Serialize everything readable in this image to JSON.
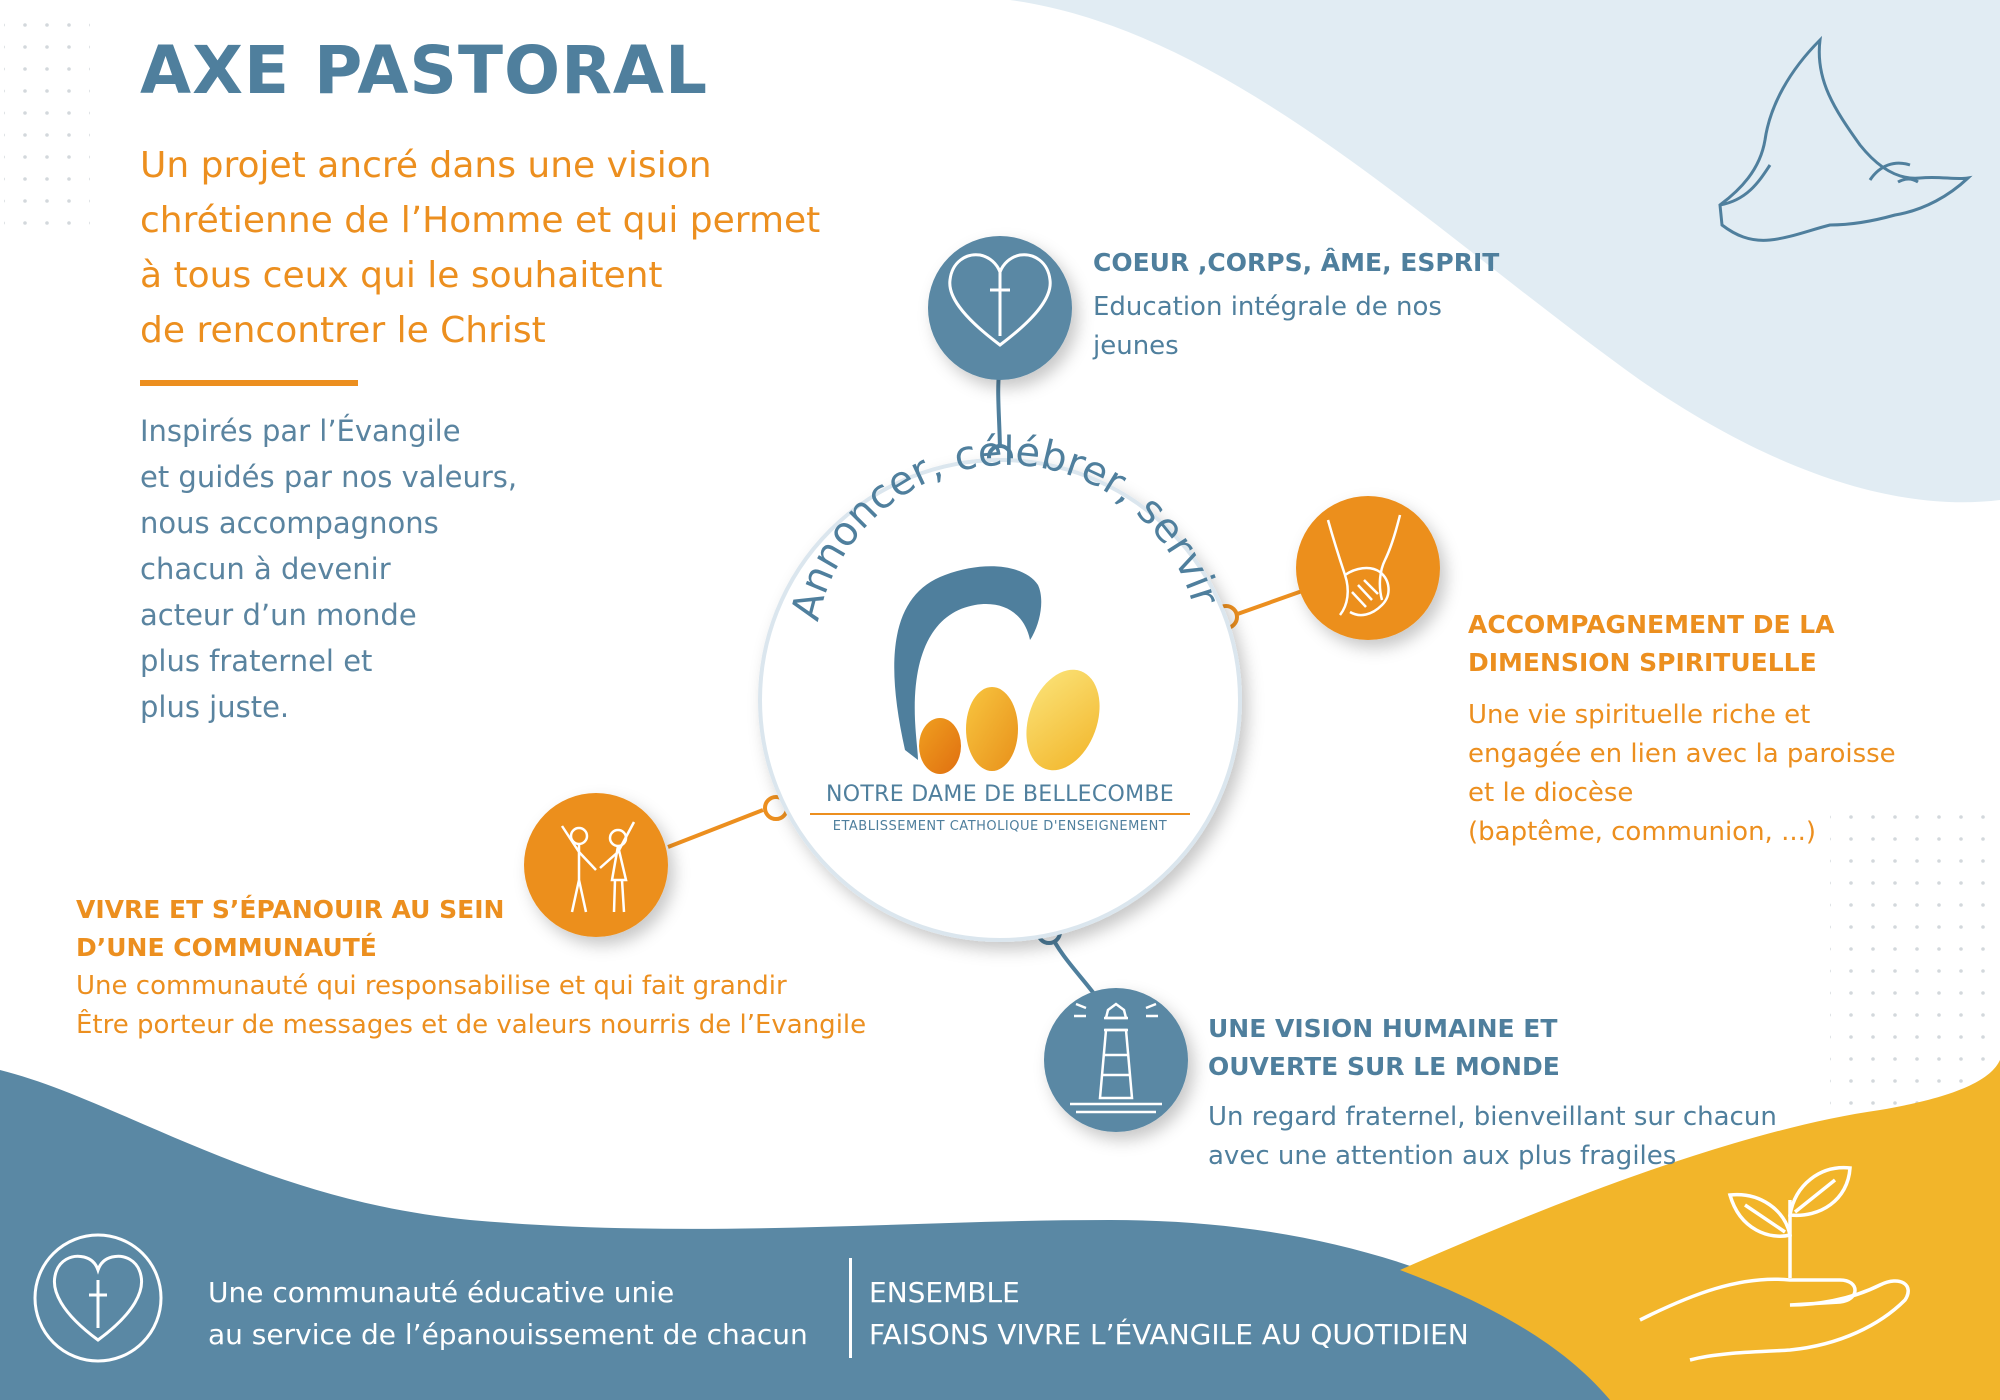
{
  "header": {
    "title": "AXE PASTORAL",
    "subtitle_lines": [
      "Un projet ancré dans une vision",
      "chrétienne de l’Homme et qui permet",
      "à tous ceux qui le souhaitent",
      "de rencontrer le Christ"
    ]
  },
  "intro_lines": [
    "Inspirés par l’Évangile",
    "et guidés par nos valeurs,",
    "nous accompagnons",
    "chacun à devenir",
    "acteur d’un monde",
    "plus fraternel et",
    "plus juste."
  ],
  "center": {
    "motto": "Annoncer, célébrer, servir",
    "school_name": "NOTRE DAME DE BELLECOMBE",
    "school_sub": "ETABLISSEMENT CATHOLIQUE D'ENSEIGNEMENT"
  },
  "pillars": {
    "coeur": {
      "icon": "heart-cross-icon",
      "heading": "COEUR ,CORPS, ÂME, ESPRIT",
      "lines": [
        "Education intégrale de nos",
        "jeunes"
      ]
    },
    "spirituel": {
      "icon": "holding-hands-icon",
      "heading_lines": [
        "ACCOMPAGNEMENT DE LA",
        "DIMENSION SPIRITUELLE"
      ],
      "lines": [
        "Une vie spirituelle riche et",
        "engagée en lien avec la paroisse",
        "et le diocèse",
        "(baptême, communion, ...)"
      ]
    },
    "communaute": {
      "icon": "children-icon",
      "heading_lines": [
        "VIVRE ET S’ÉPANOUIR AU SEIN",
        "D’UNE COMMUNAUTÉ"
      ],
      "lines": [
        "Une communauté qui responsabilise et qui fait grandir",
        "Être porteur de messages et de valeurs nourris de l’Evangile"
      ]
    },
    "vision": {
      "icon": "lighthouse-icon",
      "heading_lines": [
        "UNE VISION HUMAINE ET",
        "OUVERTE SUR LE MONDE"
      ],
      "lines": [
        "Un regard fraternel, bienveillant sur chacun",
        "avec une attention aux plus fragiles"
      ]
    }
  },
  "footer": {
    "left_lines": [
      "Une communauté éducative unie",
      "au service de l’épanouissement de chacun"
    ],
    "right_lines": [
      "ENSEMBLE",
      "FAISONS VIVRE L’ÉVANGILE AU QUOTIDIEN"
    ]
  },
  "colors": {
    "blue": "#4f7f9d",
    "orange": "#ec8f1f",
    "yellow": "#f2b52a",
    "light_blue": "#e1ecf3"
  },
  "decor_icons": [
    "dove-icon",
    "plant-in-hand-icon",
    "dots-pattern"
  ]
}
